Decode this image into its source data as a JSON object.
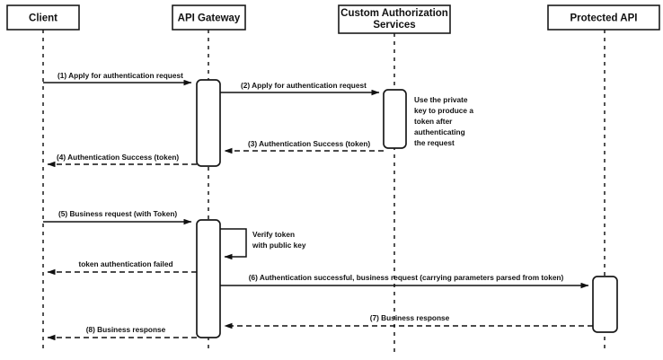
{
  "diagram": {
    "type": "uml-sequence-diagram",
    "title": "API Gateway token authentication sequence",
    "colors": {
      "background": "#ffffff",
      "stroke": "#1a1a1a",
      "text": "#111111"
    },
    "participants": [
      {
        "id": "client",
        "label": "Client"
      },
      {
        "id": "api_gateway",
        "label": "API Gateway"
      },
      {
        "id": "custom_auth",
        "label": "Custom Authorization Services"
      },
      {
        "id": "protected_api",
        "label": "Protected API"
      }
    ],
    "messages": [
      {
        "seq": "1",
        "label": "(1) Apply for authentication request",
        "from": "client",
        "to": "api_gateway",
        "style": "solid"
      },
      {
        "seq": "2",
        "label": "(2) Apply for authentication request",
        "from": "api_gateway",
        "to": "custom_auth",
        "style": "solid"
      },
      {
        "seq": "3",
        "label": "(3) Authentication Success (token)",
        "from": "custom_auth",
        "to": "api_gateway",
        "style": "dashed"
      },
      {
        "seq": "4",
        "label": "(4) Authentication Success (token)",
        "from": "api_gateway",
        "to": "client",
        "style": "dashed"
      },
      {
        "seq": "5",
        "label": "(5) Business request (with Token)",
        "from": "client",
        "to": "api_gateway",
        "style": "solid"
      },
      {
        "seq": "self",
        "label": "Verify token with public key",
        "from": "api_gateway",
        "to": "api_gateway",
        "style": "solid-self"
      },
      {
        "seq": "fail",
        "label": "token authentication failed",
        "from": "api_gateway",
        "to": "client",
        "style": "dashed"
      },
      {
        "seq": "6",
        "label": "(6) Authentication successful, business request (carrying parameters parsed from token)",
        "from": "api_gateway",
        "to": "protected_api",
        "style": "solid"
      },
      {
        "seq": "7",
        "label": "(7) Business response",
        "from": "protected_api",
        "to": "api_gateway",
        "style": "dashed"
      },
      {
        "seq": "8",
        "label": "(8) Business response",
        "from": "api_gateway",
        "to": "client",
        "style": "dashed"
      }
    ],
    "notes": [
      {
        "id": "private-key-note",
        "attached_to": "custom_auth",
        "lines": [
          "Use the private",
          "key to produce a",
          "token after",
          "authenticating",
          "the request"
        ]
      },
      {
        "id": "verify-token-note",
        "attached_to": "api_gateway",
        "lines": [
          "Verify token",
          "with public key"
        ]
      }
    ],
    "actor_label_lines": {
      "client": [
        "Client"
      ],
      "api_gateway": [
        "API Gateway"
      ],
      "custom_auth": [
        "Custom Authorization",
        "Services"
      ],
      "protected_api": [
        "Protected API"
      ]
    }
  }
}
